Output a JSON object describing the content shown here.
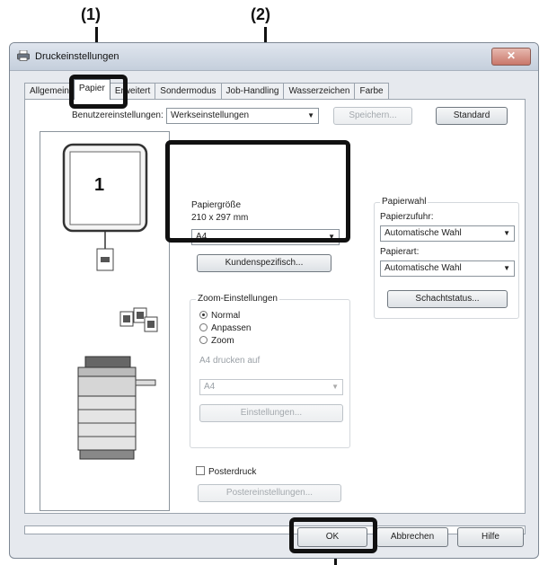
{
  "callouts": {
    "one": "(1)",
    "two": "(2)"
  },
  "window": {
    "title": "Druckeinstellungen",
    "close_symbol": "✕"
  },
  "tabs": [
    "Allgemein",
    "Papier",
    "Erweitert",
    "Sondermodus",
    "Job-Handling",
    "Wasserzeichen",
    "Farbe"
  ],
  "toolbar": {
    "user_settings_label": "Benutzereinstellungen:",
    "user_settings_value": "Werkseinstellungen",
    "save_button": "Speichern...",
    "default_button": "Standard"
  },
  "preview": {
    "page_number": "1"
  },
  "paper_size": {
    "group_title": "Papiergröße",
    "dimensions": "210 x 297 mm",
    "value": "A4",
    "custom_button": "Kundenspezifisch..."
  },
  "zoom": {
    "group_title": "Zoom-Einstellungen",
    "options": [
      "Normal",
      "Anpassen",
      "Zoom"
    ],
    "selected": "Normal",
    "print_on_label": "A4 drucken auf",
    "print_on_value": "A4",
    "settings_button": "Einstellungen..."
  },
  "poster": {
    "checkbox_label": "Posterdruck",
    "settings_button": "Postereinstellungen..."
  },
  "paper_selection": {
    "group_title": "Papierwahl",
    "source_label": "Papierzufuhr:",
    "source_value": "Automatische Wahl",
    "type_label": "Papierart:",
    "type_value": "Automatische Wahl",
    "tray_status_button": "Schachtstatus..."
  },
  "footer": {
    "ok_button": "OK",
    "cancel_button": "Abbrechen",
    "help_button": "Hilfe"
  }
}
